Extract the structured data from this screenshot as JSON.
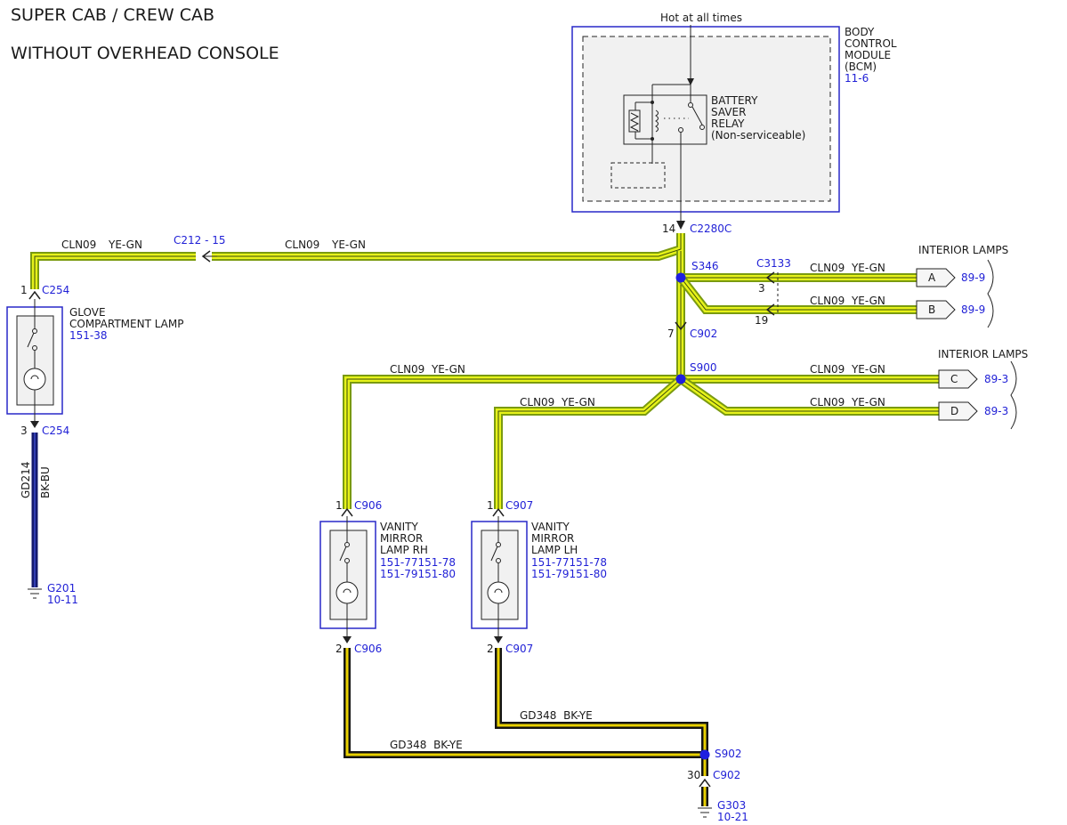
{
  "title": {
    "line1": "SUPER CAB / CREW CAB",
    "line2": "WITHOUT OVERHEAD CONSOLE"
  },
  "colors": {
    "wire_ye_gn": "#e6f21a",
    "wire_ye_gn_stripe": "#7a9a10",
    "wire_bk_ye_fill": "#e8d000",
    "wire_bk_ye": "#141414",
    "wire_bk_bu": "#141a6e",
    "ref_blue": "#1f1fd6",
    "module_fill": "#f1f1f1"
  },
  "bcm": {
    "supply_label": "Hot at all times",
    "name_lines": [
      "BODY",
      "CONTROL",
      "MODULE",
      "(BCM)"
    ],
    "ref": "11-6",
    "relay_lines": [
      "BATTERY",
      "SAVER",
      "RELAY",
      "(Non-serviceable)"
    ],
    "connector_pin": "14",
    "connector_name": "C2280C"
  },
  "wires": {
    "cln09": "CLN09",
    "ye_gn": "YE-GN",
    "cln09_ye_gn": "CLN09  YE-GN",
    "gd214": "GD214",
    "bk_bu": "BK-BU",
    "gd348_bk_ye": "GD348  BK-YE"
  },
  "inline_connector": {
    "name": "C212 - 15"
  },
  "splices": {
    "s346": "S346",
    "s900": "S900",
    "s902": "S902"
  },
  "c902_upper": {
    "pin": "7",
    "name": "C902"
  },
  "c902_lower": {
    "pin": "30",
    "name": "C902"
  },
  "c3133": {
    "name": "C3133",
    "pin_a": "3",
    "pin_b": "19"
  },
  "interior_lamps_1": {
    "heading": "INTERIOR LAMPS",
    "items": [
      {
        "letter": "A",
        "ref": "89-9"
      },
      {
        "letter": "B",
        "ref": "89-9"
      }
    ]
  },
  "interior_lamps_2": {
    "heading": "INTERIOR LAMPS",
    "items": [
      {
        "letter": "C",
        "ref": "89-3"
      },
      {
        "letter": "D",
        "ref": "89-3"
      }
    ]
  },
  "glove_lamp": {
    "name_lines": [
      "GLOVE",
      "COMPARTMENT LAMP"
    ],
    "ref": "151-38",
    "top_pin": "1",
    "top_conn": "C254",
    "bottom_pin": "3",
    "bottom_conn": "C254"
  },
  "ground_g201": {
    "name": "G201",
    "ref": "10-11"
  },
  "vanity_rh": {
    "name_lines": [
      "VANITY",
      "MIRROR",
      "LAMP RH"
    ],
    "ref_lines": [
      "151-77151-78",
      "151-79151-80"
    ],
    "top_pin": "1",
    "top_conn": "C906",
    "bottom_pin": "2",
    "bottom_conn": "C906"
  },
  "vanity_lh": {
    "name_lines": [
      "VANITY",
      "MIRROR",
      "LAMP LH"
    ],
    "ref_lines": [
      "151-77151-78",
      "151-79151-80"
    ],
    "top_pin": "1",
    "top_conn": "C907",
    "bottom_pin": "2",
    "bottom_conn": "C907"
  },
  "ground_g303": {
    "name": "G303",
    "ref": "10-21"
  }
}
